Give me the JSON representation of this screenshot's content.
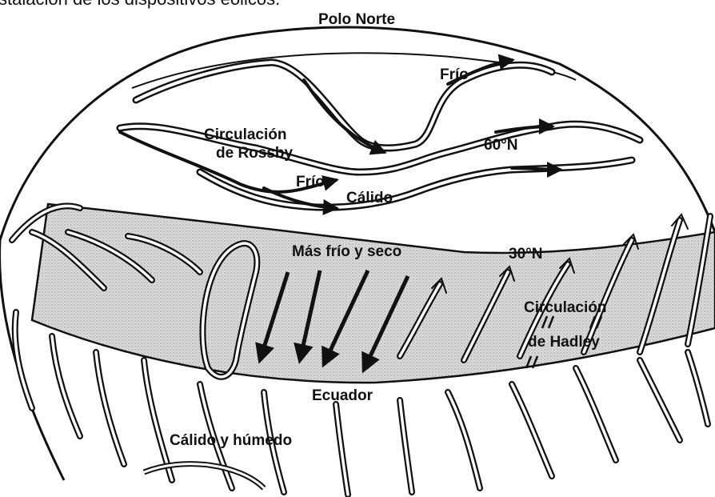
{
  "caption": "stalación de los dispositivos eólicos.",
  "labels": {
    "north_pole": "Polo Norte",
    "cold_top": "Frío",
    "rossby_1": "Circulación",
    "rossby_2": "de Rossby",
    "lat_60": "60°N",
    "cold_mid": "Frío",
    "warm_mid": "Cálido",
    "colder_drier": "Más frío y seco",
    "lat_30": "30°N",
    "hadley_1": "Circulación",
    "hadley_2": "de Hadley",
    "equator": "Ecuador",
    "warm_humid": "Cálido y húmedo"
  },
  "colors": {
    "band": "#d6d6d6",
    "ink": "#111111"
  }
}
